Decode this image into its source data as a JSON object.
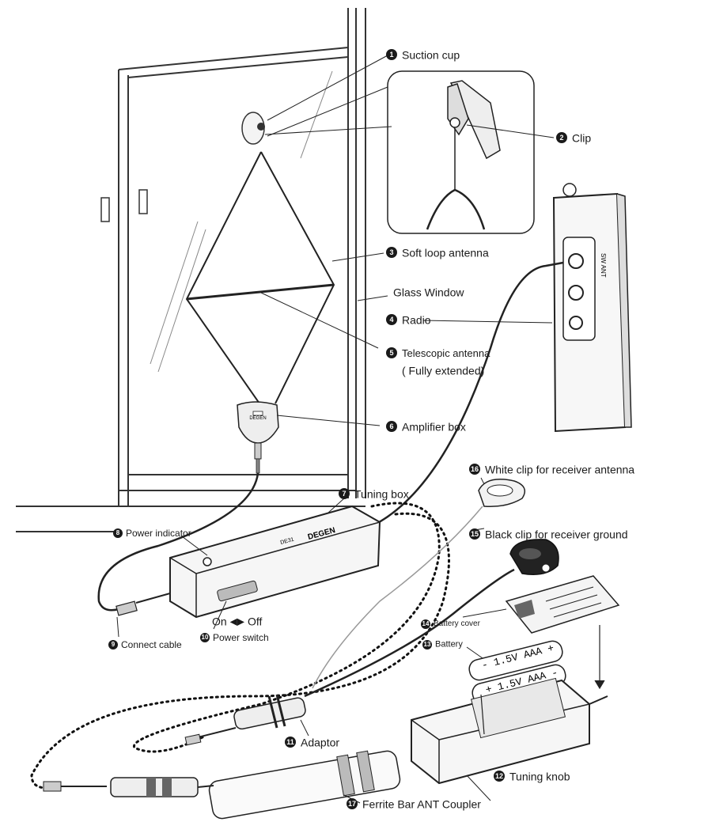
{
  "labels": {
    "suction_cup": {
      "num": "1",
      "text": "Suction cup"
    },
    "clip": {
      "num": "2",
      "text": "Clip"
    },
    "soft_loop": {
      "num": "3",
      "text": "Soft loop antenna"
    },
    "glass_window": {
      "text": "Glass Window"
    },
    "radio": {
      "num": "4",
      "text": "Radio"
    },
    "telescopic": {
      "num": "5",
      "text": "Telescopic antenna",
      "sub": "( Fully extended)"
    },
    "amplifier": {
      "num": "6",
      "text": "Amplifier box"
    },
    "tuning_box": {
      "num": "7",
      "text": "Tuning box"
    },
    "power_indicator": {
      "num": "8",
      "text": "Power indicator"
    },
    "connect_cable": {
      "num": "9",
      "text": "Connect cable"
    },
    "power_switch": {
      "num": "10",
      "text": "Power switch",
      "on": "On",
      "off": "Off"
    },
    "adaptor": {
      "num": "11",
      "text": "Adaptor"
    },
    "tuning_knob": {
      "num": "12",
      "text": "Tuning knob"
    },
    "battery": {
      "num": "13",
      "text": "Battery"
    },
    "battery_cover": {
      "num": "14",
      "text": "Battery cover"
    },
    "black_clip": {
      "num": "15",
      "text": "Black clip for receiver ground"
    },
    "white_clip": {
      "num": "16",
      "text": "White clip for receiver antenna"
    },
    "ferrite": {
      "num": "17",
      "text": "Ferrite Bar ANT Coupler"
    }
  },
  "device_text": {
    "radio_jack": "SW ANT",
    "tuning_brand": "DEGEN",
    "tuning_model": "DE31",
    "amp_brand": "DEGEN",
    "battery_1": "- 1.5V AAA +",
    "battery_2": "+ 1.5V AAA -"
  }
}
